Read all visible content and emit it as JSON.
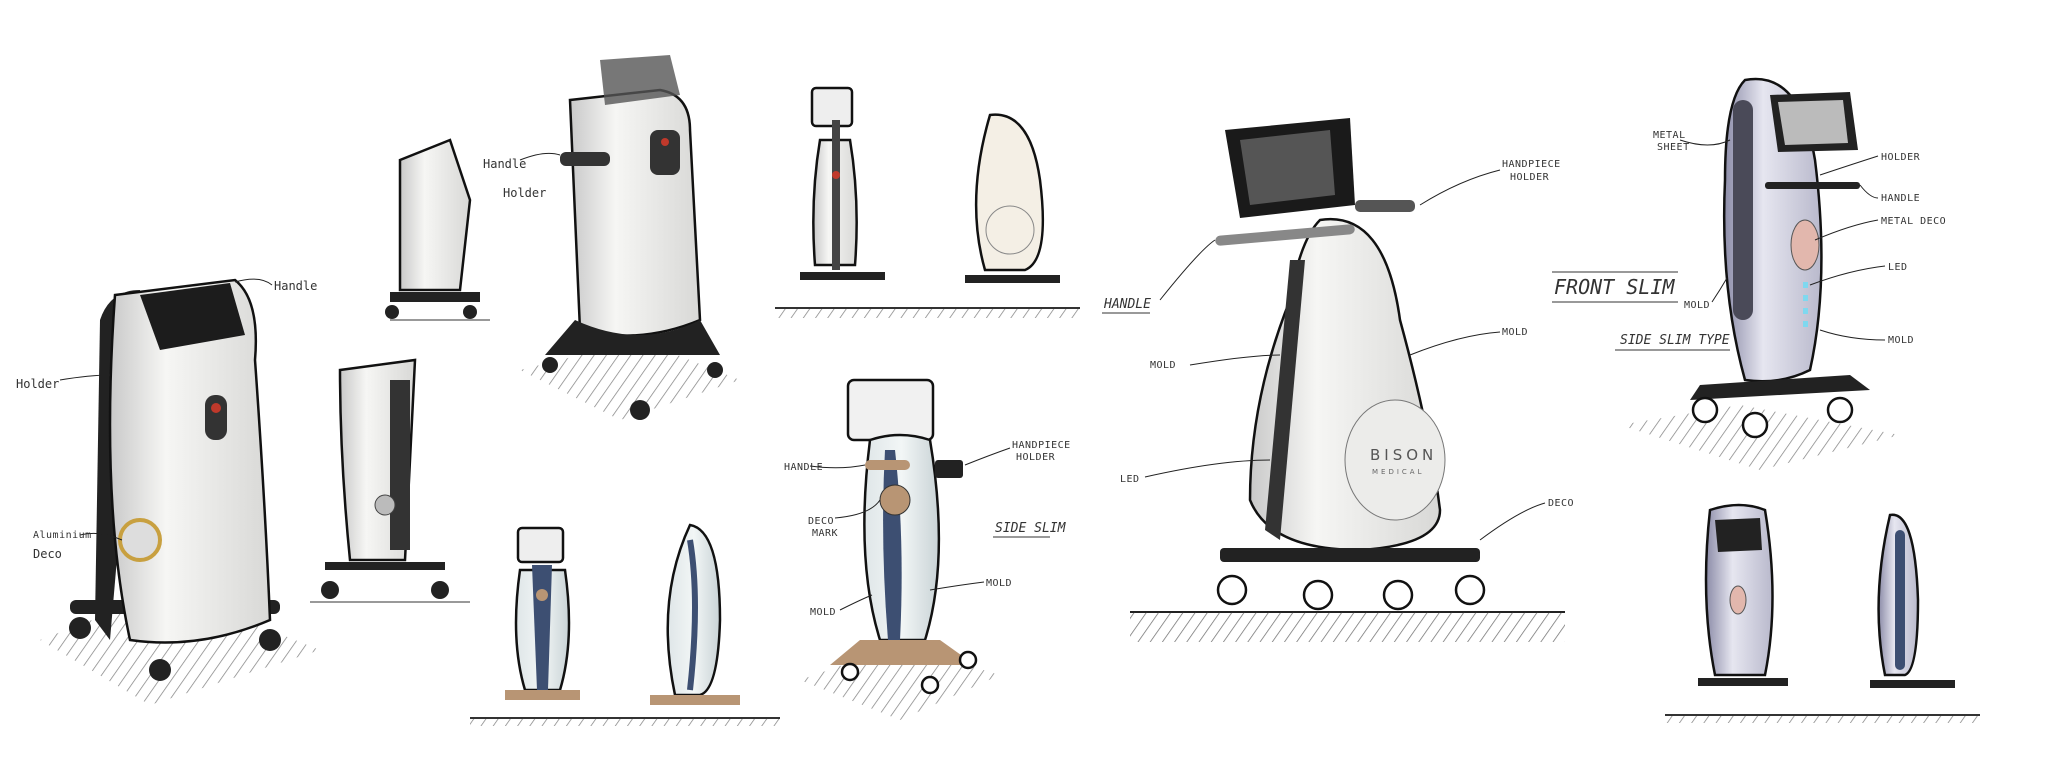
{
  "sketch1": {
    "handle": "Handle",
    "holder": "Holder",
    "deco_line1": "Aluminium",
    "deco_line2": "Deco"
  },
  "sketch2": {
    "handle": "Handle",
    "holder": "Holder"
  },
  "sketch_large": {
    "handle": "HANDLE",
    "handpiece_holder_line1": "HANDPIECE",
    "handpiece_holder_line2": "HOLDER",
    "mold_left": "MOLD",
    "mold_right": "MOLD",
    "led": "LED",
    "deco": "DECO",
    "brand": "BISON",
    "brand_sub": "MEDICAL"
  },
  "sketch_side_slim": {
    "handle": "HANDLE",
    "handpiece_holder_line1": "HANDPIECE",
    "handpiece_holder_line2": "HOLDER",
    "deco_mark_line1": "DECO",
    "deco_mark_line2": "MARK",
    "title": "SIDE SLIM",
    "mold_left": "MOLD",
    "mold_right": "MOLD"
  },
  "sketch_front_slim": {
    "metal_sheet_line1": "METAL",
    "metal_sheet_line2": "SHEET",
    "holder": "HOLDER",
    "handle": "HANDLE",
    "metal_deco": "METAL DECO",
    "led": "LED",
    "mold": "MOLD",
    "mold_small": "MOLD",
    "title": "FRONT SLIM",
    "subtitle": "SIDE SLIM TYPE"
  },
  "colors": {
    "body_white": "#efefed",
    "dark": "#2a2a2a",
    "navy": "#3d4f72",
    "bronze": "#b89574",
    "led": "#7fd8ef",
    "lavender": "#d8d8e6",
    "blush": "#e2b7ad"
  }
}
